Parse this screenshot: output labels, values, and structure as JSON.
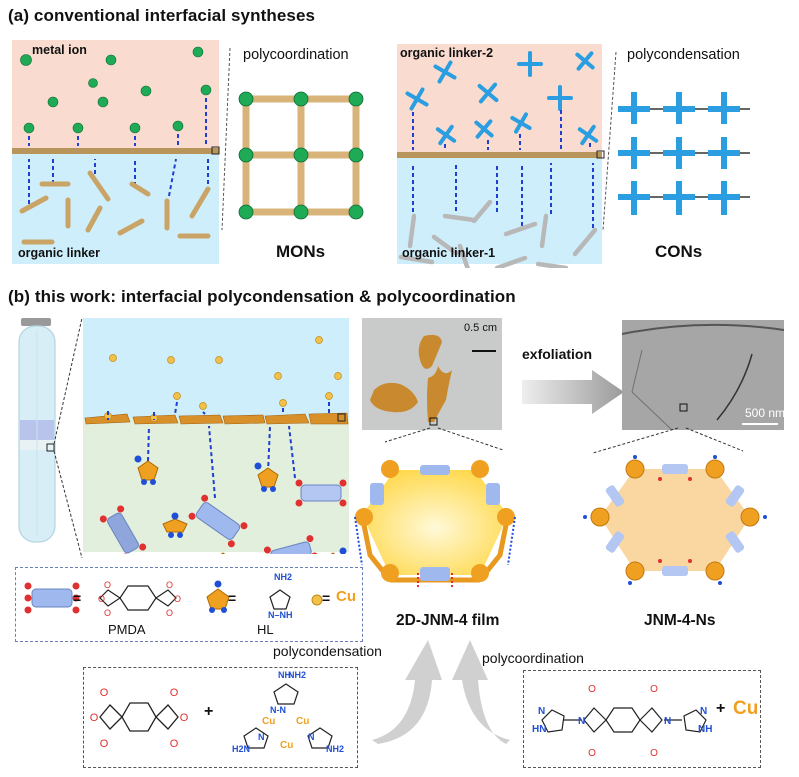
{
  "panel_a": {
    "heading": "(a) conventional interfacial syntheses",
    "mon_scheme": {
      "top_label": "metal ion",
      "bottom_label": "organic linker",
      "process_label": "polycoordination",
      "product_label": "MONs"
    },
    "con_scheme": {
      "top_label": "organic linker-2",
      "bottom_label": "organic linker-1",
      "process_label": "polycondensation",
      "product_label": "CONs"
    }
  },
  "panel_b": {
    "heading": "(b) this work: interfacial polycondensation & polycoordination",
    "photo_scale_bar": "0.5 cm",
    "arrow_label": "exfoliation",
    "tem_scale_bar": "500 nm",
    "film_label": "2D-JNM-4 film",
    "nanosheet_label": "JNM-4-Ns",
    "legend": {
      "pmda_name": "PMDA",
      "hl_name": "HL",
      "cu_symbol": "Cu",
      "equals": "=",
      "nh2": "NH2",
      "n_nh": "N–NH"
    },
    "route_left": {
      "label": "polycondensation",
      "plus": "+",
      "cu_label": "Cu",
      "nh2": "NH2",
      "h2n": "H2N"
    },
    "route_right": {
      "label": "polycoordination",
      "plus": "+",
      "metal": "Cu"
    }
  },
  "colors": {
    "organic_phase_top": "#f9dccf",
    "aqueous_phase": "#cdeefa",
    "interface_film": "#b8955a",
    "metal_ion": "#1faa55",
    "linker_rod": "#e8c88c",
    "cross_linker": "#2a9ee0",
    "arrow_blue": "#1e3fd1",
    "cu_color": "#f0a020",
    "oxygen_red": "#e03030",
    "nitrogen_blue": "#1f4fd8",
    "pmda_blue": "#9fb8ee",
    "solution_green": "#e1efdc"
  }
}
